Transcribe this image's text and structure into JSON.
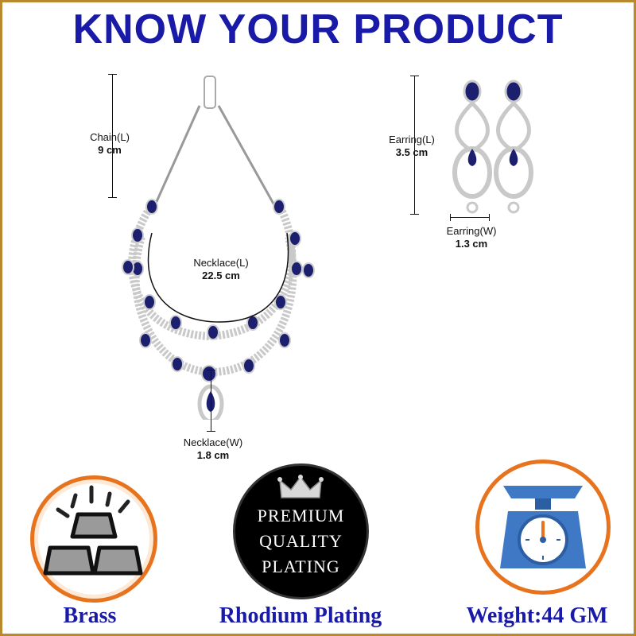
{
  "header": {
    "title": "KNOW YOUR PRODUCT"
  },
  "dimensions": {
    "chain": {
      "label": "Chain(L)",
      "value": "9 cm"
    },
    "necklace_length": {
      "label": "Necklace(L)",
      "value": "22.5 cm"
    },
    "necklace_width": {
      "label": "Necklace(W)",
      "value": "1.8 cm"
    },
    "earring_length": {
      "label": "Earring(L)",
      "value": "3.5 cm"
    },
    "earring_width": {
      "label": "Earring(W)",
      "value": "1.3 cm"
    }
  },
  "features": [
    {
      "icon": "brass-bars-icon",
      "caption": "Brass"
    },
    {
      "icon": "crown-icon",
      "badge_lines": [
        "PREMIUM",
        "QUALITY",
        "PLATING"
      ],
      "caption": "Rhodium Plating"
    },
    {
      "icon": "weighing-scale-icon",
      "caption": "Weight:44 GM"
    }
  ],
  "colors": {
    "title": "#1a1aa8",
    "accent_orange": "#e8731e",
    "border": "#b8892f",
    "gem": "#1b1f6e"
  }
}
